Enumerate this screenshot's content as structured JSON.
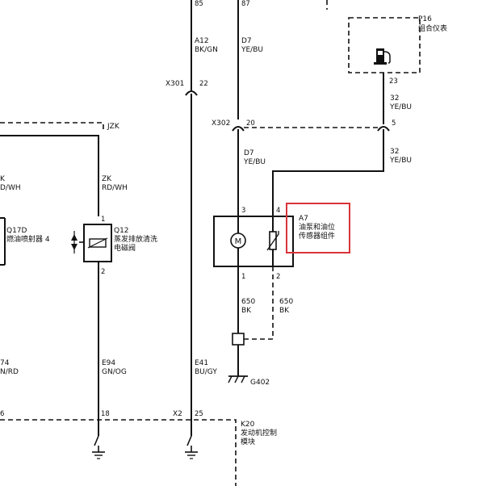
{
  "labels": {
    "wire_85": "85",
    "wire_87": "87",
    "a12_code": "A12",
    "a12_color": "BK/GN",
    "d7_top_code": "D7",
    "d7_top_color": "YE/BU",
    "p16_id": "P16",
    "p16_name": "组合仪表",
    "pin_23": "23",
    "w32_top_code": "32",
    "w32_top_color": "YE/BU",
    "x301": "X301",
    "pin_22": "22",
    "x302": "X302",
    "pin_20": "20",
    "pin_5": "5",
    "d7_mid_code": "D7",
    "d7_mid_color": "YE/BU",
    "w32_mid_code": "32",
    "w32_mid_color": "YE/BU",
    "jzk": "JZK",
    "zk_left_code": "K",
    "zk_left_color": "D/WH",
    "zk_code": "ZK",
    "zk_color": "RD/WH",
    "q17d_id": "Q17D",
    "q17d_name": "燃油喷射器 4",
    "q12_id": "Q12",
    "q12_name_1": "蒸发排放清洗",
    "q12_name_2": "电磁阀",
    "q12_pin1": "1",
    "q12_pin2": "2",
    "a7_pin3": "3",
    "a7_pin4": "4",
    "a7_id": "A7",
    "a7_name_1": "油泵和油位",
    "a7_name_2": "传感器组件",
    "a7_pin1": "1",
    "a7_pin2": "2",
    "w650a_code": "650",
    "w650a_color": "BK",
    "w650b_code": "650",
    "w650b_color": "BK",
    "g402": "G402",
    "w74_code": "74",
    "w74_color": "N/RD",
    "e94_code": "E94",
    "e94_color": "GN/OG",
    "e41_code": "E41",
    "e41_color": "BU/GY",
    "pin_6": "6",
    "pin_18": "18",
    "x2": "X2",
    "pin_25": "25",
    "k20_id": "K20",
    "k20_name_1": "发动机控制",
    "k20_name_2": "模块"
  },
  "motor_symbol": "M",
  "colors": {
    "line": "#111111",
    "highlight": "#d9343a"
  },
  "icons": {
    "fuel_gauge": "fuel-pump-icon",
    "ground": "ground-icon",
    "motor": "motor-icon",
    "sensor": "variable-resistor-icon",
    "solenoid": "solenoid-coil-icon"
  }
}
